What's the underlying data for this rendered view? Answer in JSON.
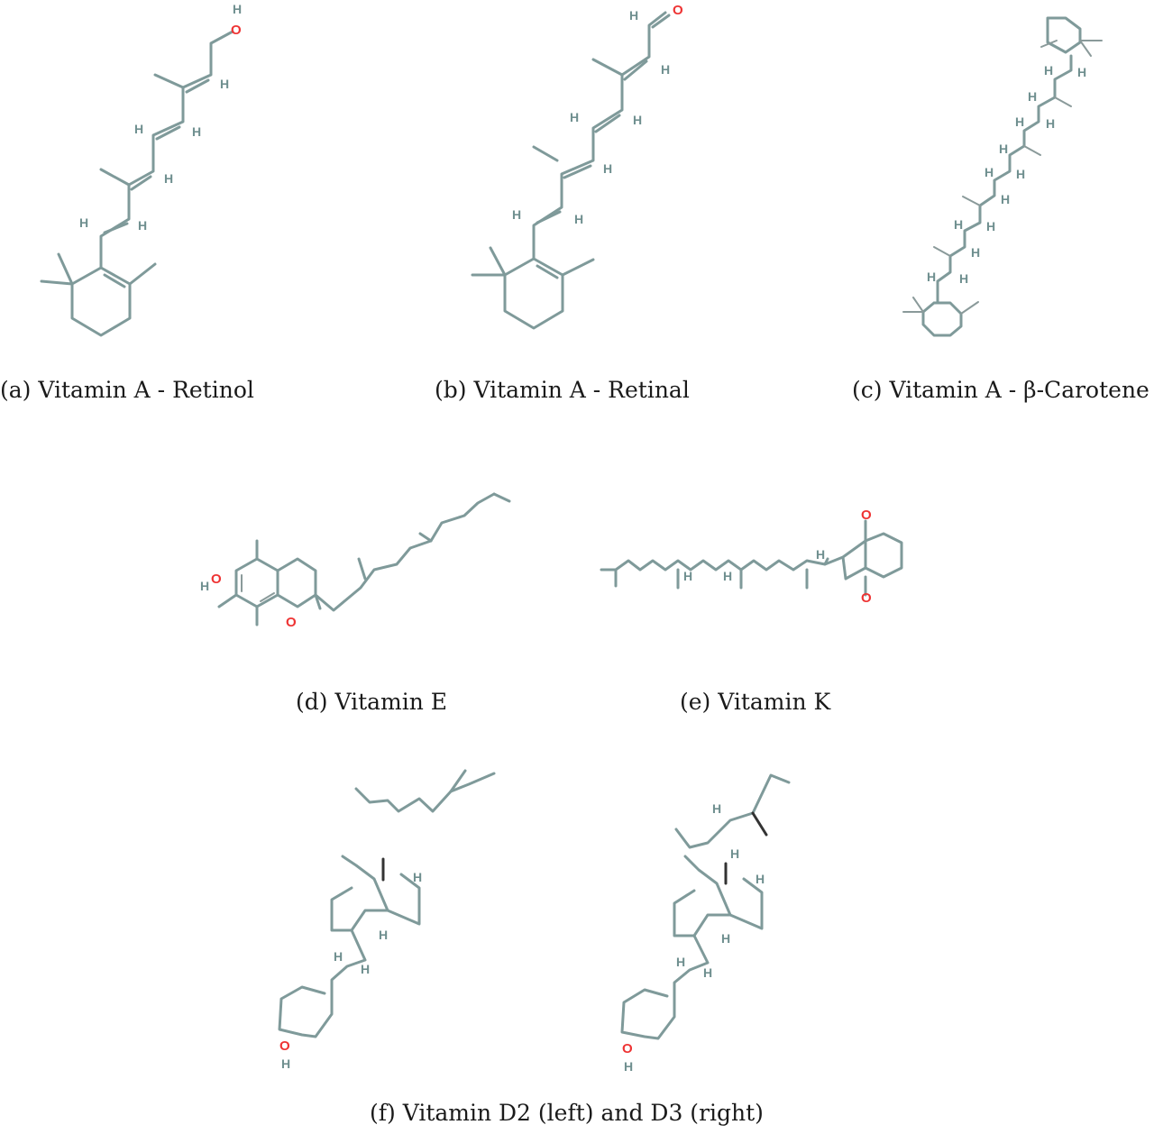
{
  "figure": {
    "panels": [
      {
        "id": "a",
        "caption": "(a) Vitamin A - Retinol",
        "molecule": "Retinol"
      },
      {
        "id": "b",
        "caption": "(b) Vitamin A - Retinal",
        "molecule": "Retinal"
      },
      {
        "id": "c",
        "caption": "(c) Vitamin A - β-Carotene",
        "molecule": "β-Carotene"
      },
      {
        "id": "d",
        "caption": "(d) Vitamin E",
        "molecule": "Vitamin E (tocopherol)"
      },
      {
        "id": "e",
        "caption": "(e) Vitamin K",
        "molecule": "Vitamin K"
      },
      {
        "id": "f",
        "caption": "(f) Vitamin D2 (left) and D3 (right)",
        "molecule": "Vitamin D2 / D3"
      }
    ],
    "atom_labels": {
      "hydrogen": "H",
      "oxygen": "O"
    },
    "colors": {
      "bond": "#7f9a9a",
      "oxygen": "#e33333",
      "hydrogen": "#6f8f8f",
      "caption": "#1a1a1a"
    }
  }
}
